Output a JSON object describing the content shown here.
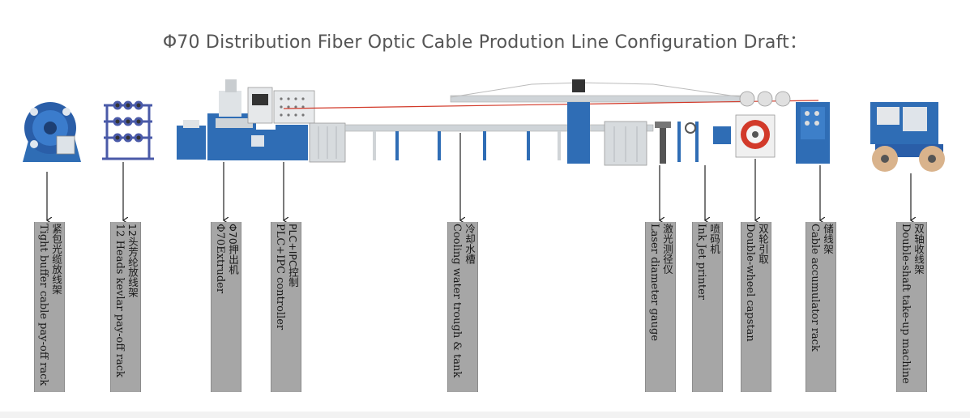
{
  "title": "Φ70 Distribution Fiber Optic Cable Prodution Line Configuration Draft：",
  "colors": {
    "machine_blue": "#2f6db5",
    "frame_gray": "#cfd4d8",
    "label_bg": "#a6a6a6",
    "cable_red": "#d23a2a"
  },
  "labels": [
    {
      "id": "tight-buffer-payoff",
      "zh": "紧包光缆放线架",
      "en": "Tight buffer cable pay-off rack"
    },
    {
      "id": "kevlar-payoff",
      "zh": "12头芳纶放线架",
      "en": "12 Heads kevlar pay-off rack"
    },
    {
      "id": "extruder",
      "zh": "Φ70押出机",
      "en": "Φ70Extruder"
    },
    {
      "id": "plc-controller",
      "zh": "PLC+IPC控制",
      "en": "PLC+IPC controller"
    },
    {
      "id": "cooling-trough",
      "zh": "冷却水槽",
      "en": "Cooling water trough & tank"
    },
    {
      "id": "laser-gauge",
      "zh": "激光测径仪",
      "en": "Laser diameter gauge"
    },
    {
      "id": "ink-jet",
      "zh": "喷码机",
      "en": "Ink Jet printer"
    },
    {
      "id": "capstan",
      "zh": "双轮引取",
      "en": "Double-wheel capstan"
    },
    {
      "id": "accumulator",
      "zh": "储线架",
      "en": "Cable accumulator rack"
    },
    {
      "id": "takeup",
      "zh": "双轴收线架",
      "en": "Double-shaft take-up machine"
    }
  ]
}
